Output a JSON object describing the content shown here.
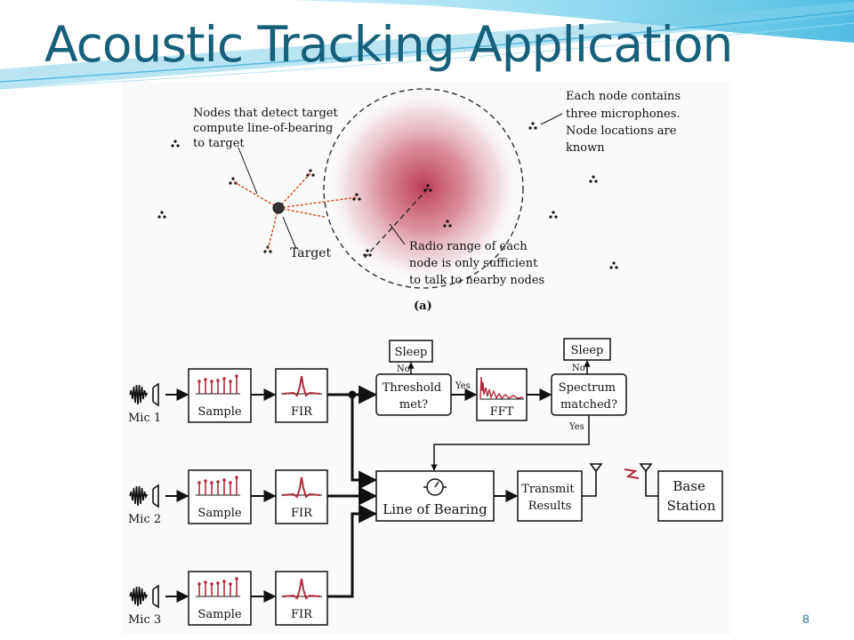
{
  "slide": {
    "title": "Acoustic Tracking Application",
    "page_number": "8"
  },
  "top_diagram": {
    "label_detect_lines": [
      "Nodes that detect target",
      "compute line-of-bearing",
      "to target"
    ],
    "label_each_node_lines": [
      "Each node contains",
      "three microphones.",
      "Node locations are",
      "known"
    ],
    "label_target": "Target",
    "label_radio_lines": [
      "Radio range of each",
      "node is only sufficient",
      "to talk to nearby nodes"
    ],
    "caption": "(a)"
  },
  "flow": {
    "mics": [
      "Mic 1",
      "Mic 2",
      "Mic 3"
    ],
    "sample_label": "Sample",
    "fir_label": "FIR",
    "sleep_label": "Sleep",
    "no_label": "No",
    "yes_label": "Yes",
    "threshold_lines": [
      "Threshold",
      "met?"
    ],
    "fft_label": "FFT",
    "spectrum_lines": [
      "Spectrum",
      "matched?"
    ],
    "lob_label": "Line of Bearing",
    "transmit_lines": [
      "Transmit",
      "Results"
    ],
    "base_lines": [
      "Base",
      "Station"
    ]
  },
  "colors": {
    "title": "#17607a",
    "accent_red": "#b02a3a",
    "banner_cyan": "#5cc6e6",
    "ink": "#111111"
  }
}
